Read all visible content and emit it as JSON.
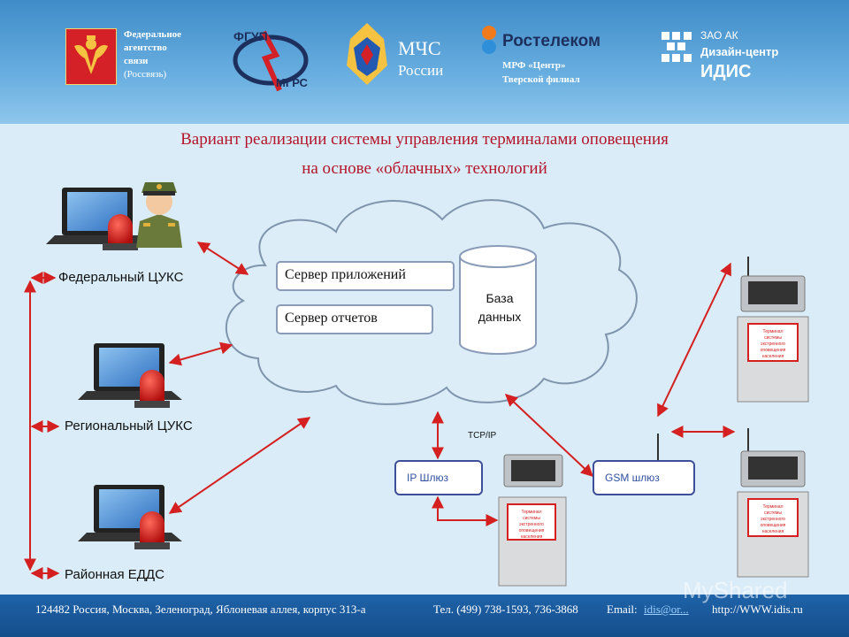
{
  "header": {
    "rossvyaz": [
      "Федеральное",
      "агентство",
      "связи",
      "(Россвязь)"
    ],
    "fgup_logo_text": [
      "ФГУП",
      "МГРС"
    ],
    "mchs_title": "МЧС",
    "mchs_sub": "России",
    "rostelecom_name": "Ростелеком",
    "rostelecom_sub1": "МРФ «Центр»",
    "rostelecom_sub2": "Тверской филиал",
    "idis_line1": "ЗАО АК",
    "idis_line2": "Дизайн-центр",
    "idis_line3": "ИДИС"
  },
  "title": {
    "line1": "Вариант реализации системы управления терминалами оповещения",
    "line2": "на основе «облачных» технологий"
  },
  "diagram": {
    "nodes": {
      "federal": "Федеральный ЦУКС",
      "regional": "Региональный ЦУКС",
      "district": "Районная ЕДДС"
    },
    "cloud": {
      "app_server": "Сервер приложений",
      "report_server": "Сервер отчетов",
      "database_line1": "База",
      "database_line2": "данных"
    },
    "tcp_label": "TCP/IP",
    "ip_gateway": "IP Шлюз",
    "gsm_gateway": "GSM шлюз",
    "terminal_text": [
      "Терминал",
      "системы",
      "экстренного",
      "оповещения",
      "населения"
    ],
    "colors": {
      "arrow": "#d42020",
      "title": "#b5152b",
      "gateway_border": "#3d4f99"
    }
  },
  "footer": {
    "address": "124482 Россия, Москва, Зеленоград, Яблоневая аллея, корпус 313-а",
    "phone": "Тел. (499) 738-1593, 736-3868",
    "email_label": "Email:",
    "email": "idis@or...",
    "web": "http://WWW.idis.ru"
  },
  "watermark": "MyShared"
}
